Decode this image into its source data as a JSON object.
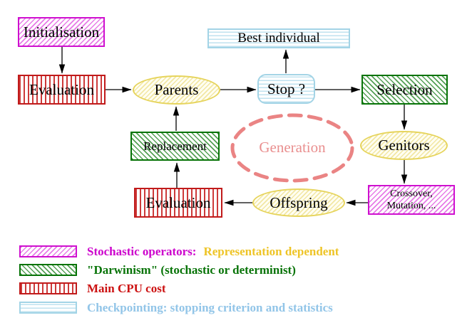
{
  "nodes": {
    "initialisation": {
      "label": "Initialisation"
    },
    "evaluation_top": {
      "label": "Evaluation"
    },
    "best_individual": {
      "label": "Best individual"
    },
    "parents": {
      "label": "Parents"
    },
    "stop": {
      "label": "Stop ?"
    },
    "selection": {
      "label": "Selection"
    },
    "replacement": {
      "label": "Replacement"
    },
    "generation": {
      "label": "Generation"
    },
    "genitors": {
      "label": "Genitors"
    },
    "crossover": {
      "line1": "Crossover,",
      "line2": "Mutation, ..."
    },
    "offspring": {
      "label": "Offspring"
    },
    "evaluation_bottom": {
      "label": "Evaluation"
    }
  },
  "legend": {
    "items": [
      {
        "pattern": "magenta-diagonal-hatch",
        "label": "Stochastic operators:",
        "label_extra": "Representation dependent"
      },
      {
        "pattern": "green-diagonal-hatch",
        "label": "\"Darwinism\" (stochastic or determinist)",
        "label_extra": ""
      },
      {
        "pattern": "red-vertical-stripes",
        "label": "Main CPU cost",
        "label_extra": ""
      },
      {
        "pattern": "cyan-horizontal-stripes",
        "label": "Checkpointing: stopping criterion and statistics",
        "label_extra": ""
      }
    ]
  },
  "colors": {
    "magenta": "#cc00cc",
    "green": "#077307",
    "red": "#c11b1b",
    "cyan_border": "#a3d4e6",
    "gold_text": "#eec426",
    "light_blue_text": "#92c5e8",
    "salmon": "#ea8484",
    "yellow_border": "#e6d45c",
    "arrow": "#000000"
  }
}
